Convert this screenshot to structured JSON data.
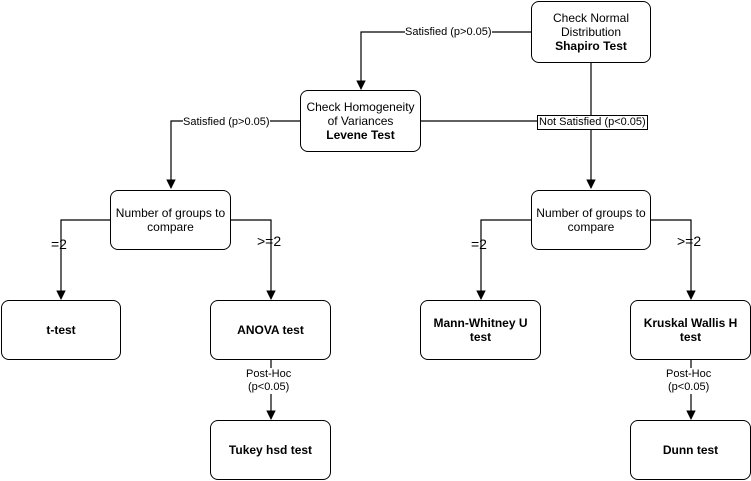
{
  "nodes": {
    "normal": {
      "line1": "Check Normal",
      "line2": "Distribution",
      "bold": "Shapiro Test"
    },
    "homog": {
      "line1": "Check Homogeneity",
      "line2": "of Variances",
      "bold": "Levene Test"
    },
    "groups_left": {
      "line1": "Number of groups to",
      "line2": "compare"
    },
    "groups_right": {
      "line1": "Number of groups to",
      "line2": "compare"
    },
    "ttest": {
      "bold1": "t-test"
    },
    "anova": {
      "bold1": "ANOVA test"
    },
    "mann": {
      "bold1": "Mann-Whitney U",
      "bold2": "test"
    },
    "kruskal": {
      "bold1": "Kruskal Wallis H",
      "bold2": "test"
    },
    "tukey": {
      "bold1": "Tukey hsd test"
    },
    "dunn": {
      "bold1": "Dunn test"
    }
  },
  "labels": {
    "sat_top": "Satisfied (p>0.05)",
    "sat_left": "Satisfied (p>0.05)",
    "not_sat": "Not Satisfied (p<0.05)",
    "eq2_left": "=2",
    "ge2_left": ">=2",
    "eq2_right": "=2",
    "ge2_right": ">=2",
    "posthoc_left_1": "Post-Hoc",
    "posthoc_left_2": "(p<0.05)",
    "posthoc_right_1": "Post-Hoc",
    "posthoc_right_2": "(p<0.05)"
  }
}
